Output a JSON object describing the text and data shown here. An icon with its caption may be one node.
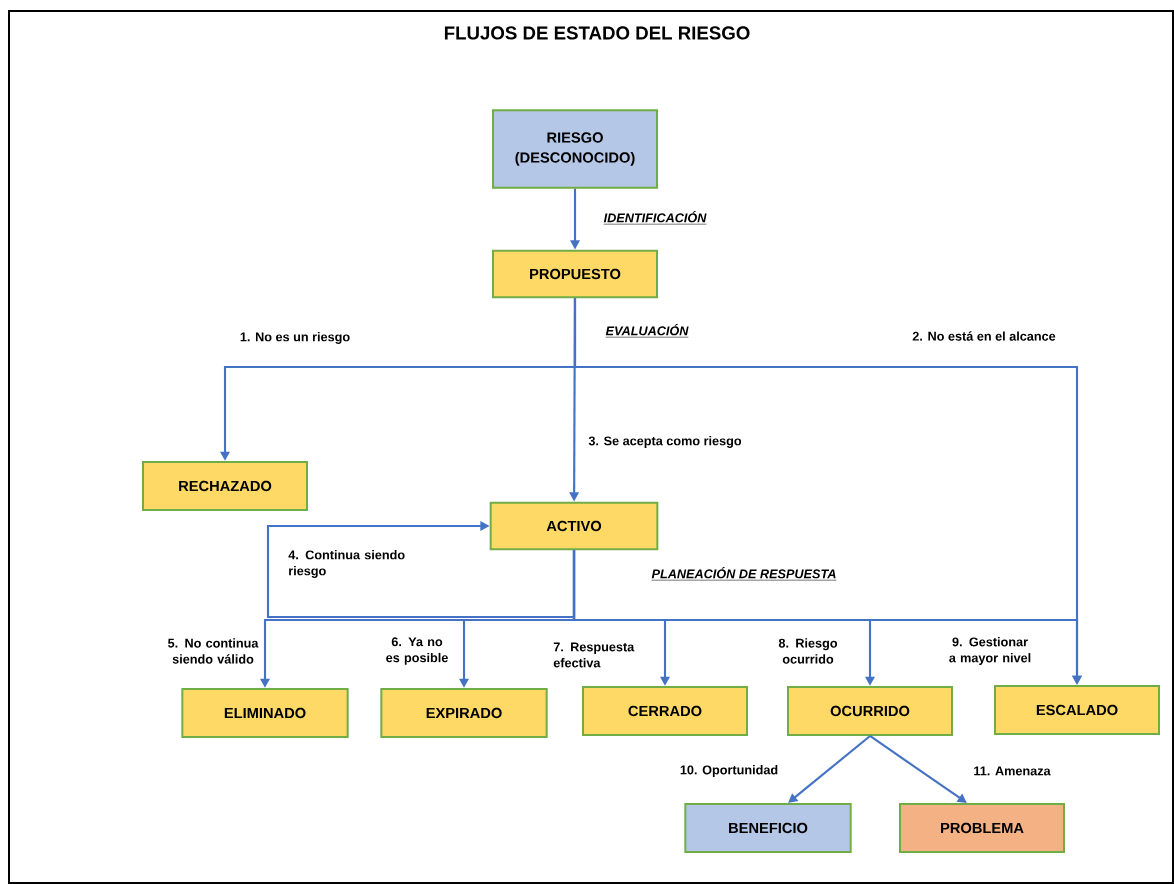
{
  "diagram": {
    "title": "FLUJOS DE ESTADO DEL RIESGO",
    "nodes": [
      {
        "text": [
          "RIESGO (DESCONOCIDO)"
        ]
      },
      {
        "text": [
          "PROPUESTO"
        ]
      },
      {
        "text": [
          "RECHAZADO"
        ]
      },
      {
        "text": [
          "ACTIVO"
        ]
      },
      {
        "text": [
          "ELIMINADO"
        ]
      },
      {
        "text": [
          "EXPIRADO"
        ]
      },
      {
        "text": [
          "CERRADO"
        ]
      },
      {
        "text": [
          "OCURRIDO"
        ]
      },
      {
        "text": [
          "ESCALADO"
        ]
      },
      {
        "text": [
          "BENEFICIO"
        ]
      },
      {
        "text": [
          "PROBLEMA"
        ]
      }
    ],
    "edges": [
      {
        "from": 0,
        "to": 1,
        "arrow": "to",
        "label": "IDENTIFICACIÓN"
      },
      {
        "from": 1,
        "to": 2,
        "arrow": "to",
        "label": "1. No es un riesgo"
      },
      {
        "from": 1,
        "to": 8,
        "arrow": "to",
        "label": "2. No está en el alcance"
      },
      {
        "from": 1,
        "to": 3,
        "arrow": "to",
        "label": "3. Se acepta como riesgo"
      },
      {
        "from": 3,
        "to": 3,
        "arrow": "to",
        "label": "4. Continua siendo riesgo"
      },
      {
        "from": 3,
        "to": 4,
        "arrow": "to",
        "label": "5. No continua siendo válido"
      },
      {
        "from": 3,
        "to": 5,
        "arrow": "to",
        "label": "6. Ya no es posible"
      },
      {
        "from": 3,
        "to": 6,
        "arrow": "to",
        "label": "7. Respuesta efectiva"
      },
      {
        "from": 3,
        "to": 7,
        "arrow": "to",
        "label": "8. Riesgo ocurrido"
      },
      {
        "from": 3,
        "to": 8,
        "arrow": "to",
        "label": "9. Gestionar a mayor nivel"
      },
      {
        "from": 7,
        "to": 9,
        "arrow": "to",
        "label": "10. Oportunidad"
      },
      {
        "from": 7,
        "to": 10,
        "arrow": "to",
        "label": "11. Amenaza"
      }
    ],
    "labels": [
      "EVALUACIÓN",
      "PLANEACIÓN DE RESPUESTA"
    ]
  }
}
